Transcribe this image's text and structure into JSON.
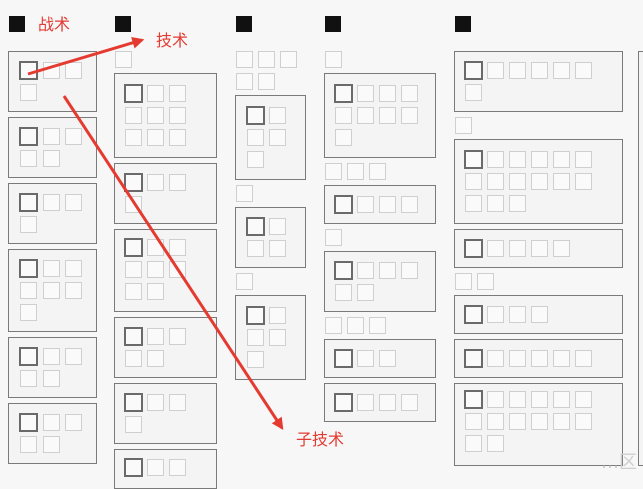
{
  "labels": {
    "tactic": "战术",
    "technique": "技术",
    "subtechnique": "子技术"
  },
  "watermark": "…区",
  "colors": {
    "arrow": "#e53a30",
    "header": "#111111",
    "border": "#7a7a7a"
  }
}
